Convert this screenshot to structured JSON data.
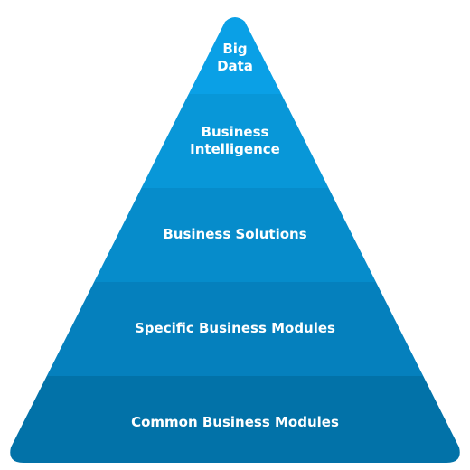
{
  "diagram": {
    "type": "pyramid",
    "tiers": [
      {
        "label": "Big\nData",
        "color": "#0aa0e6"
      },
      {
        "label": "Business\nIntelligence",
        "color": "#0897d8"
      },
      {
        "label": "Business Solutions",
        "color": "#068ccb"
      },
      {
        "label": "Specific Business Modules",
        "color": "#0580bd"
      },
      {
        "label": "Common Business Modules",
        "color": "#0272a8"
      }
    ]
  }
}
